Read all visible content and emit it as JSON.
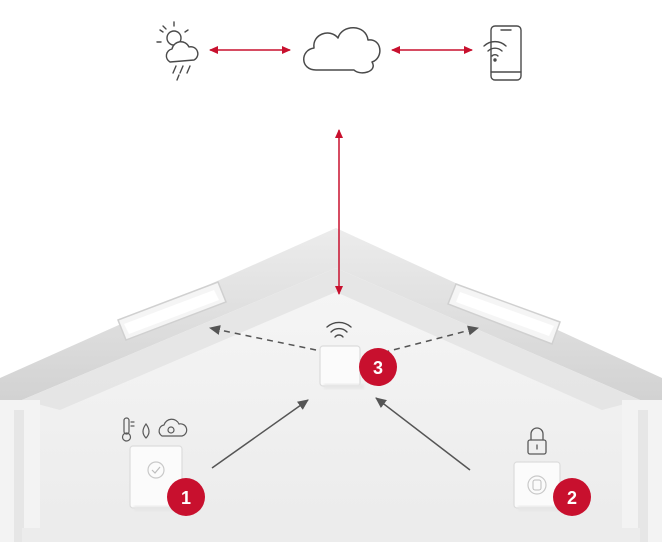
{
  "colors": {
    "accent": "#c8102e",
    "line_gray": "#555555",
    "roof_gray": "#d9d9d9",
    "wall_gray": "#efefef",
    "device_white": "#fbfbfb"
  },
  "icons": {
    "weather": "sun-cloud-rain-icon",
    "cloud": "cloud-icon",
    "phone": "smartphone-wifi-icon",
    "sensors": "thermometer-humidity-co2-icon",
    "lock": "padlock-icon",
    "wifi": "wifi-icon"
  },
  "badges": {
    "b1": "1",
    "b2": "2",
    "b3": "3"
  }
}
